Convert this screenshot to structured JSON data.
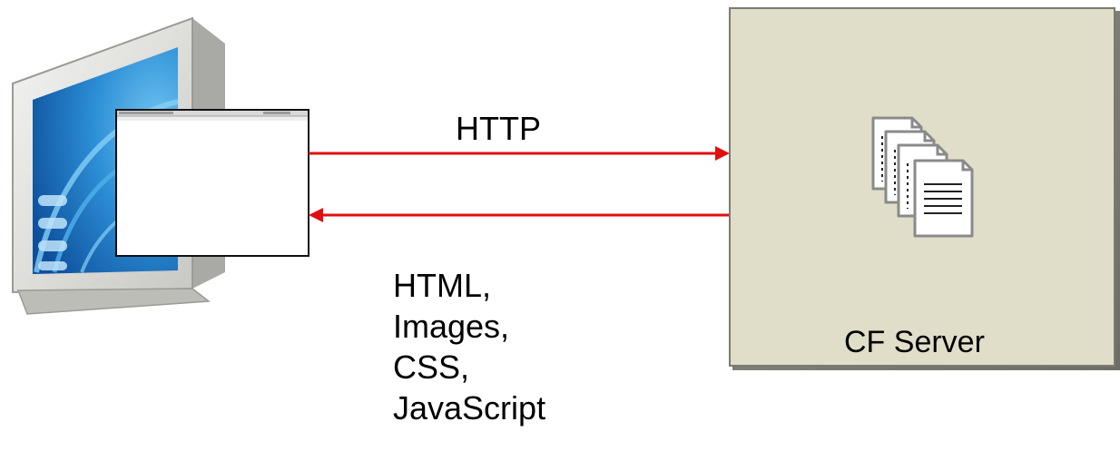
{
  "request_arrow": {
    "label": "HTTP",
    "color": "#e01010"
  },
  "response_arrow": {
    "color": "#e01010",
    "items": [
      "HTML,",
      "Images,",
      "CSS,",
      "JavaScript"
    ]
  },
  "server": {
    "label": "CF Server",
    "fill": "#e0ddc9",
    "icon": "document-stack-icon"
  },
  "client": {
    "icon": "monitor-icon",
    "window_icon": "browser-window-icon"
  }
}
